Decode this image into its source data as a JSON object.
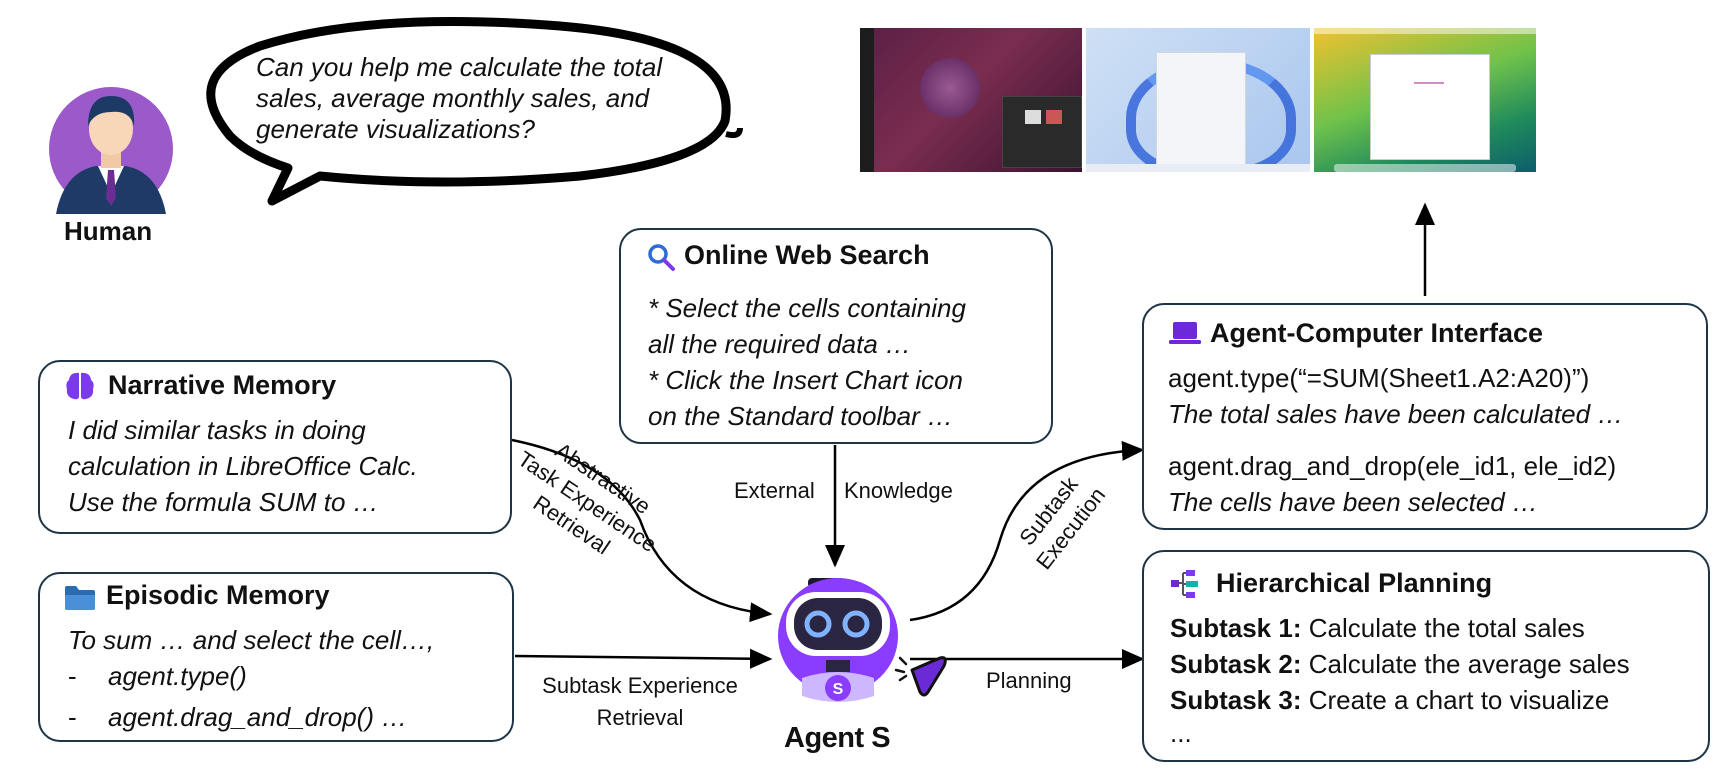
{
  "human": {
    "label": "Human",
    "speech_lines": [
      "Can you help me calculate the total",
      "sales, average monthly sales, and",
      "generate visualizations?"
    ]
  },
  "narrative_memory": {
    "title": "Narrative Memory",
    "lines": [
      "I did similar tasks in doing",
      "calculation in LibreOffice Calc.",
      "Use the formula SUM to …"
    ]
  },
  "episodic_memory": {
    "title": "Episodic Memory",
    "line1": "To sum … and select the cell…,",
    "items": [
      {
        "bullet": "-",
        "text": "agent.type()"
      },
      {
        "bullet": "-",
        "text": "agent.drag_and_drop() …"
      }
    ]
  },
  "web_search": {
    "title": "Online Web Search",
    "lines": [
      "* Select the cells containing",
      "all the required data …",
      "* Click the Insert Chart icon",
      "on the Standard toolbar …"
    ]
  },
  "aci": {
    "title": "Agent-Computer Interface",
    "code1": "agent.type(“=SUM(Sheet1.A2:A20)”)",
    "note1": "The total sales have been calculated …",
    "code2": "agent.drag_and_drop(ele_id1, ele_id2)",
    "note2": "The cells have been selected …"
  },
  "planning": {
    "title": "Hierarchical Planning",
    "subtasks": [
      {
        "label": "Subtask 1:",
        "text": "Calculate the total sales"
      },
      {
        "label": "Subtask 2:",
        "text": "Calculate the average sales"
      },
      {
        "label": "Subtask 3:",
        "text": "Create a chart to visualize"
      }
    ],
    "ellipsis": "..."
  },
  "agent": {
    "label": "Agent S",
    "badge": "S"
  },
  "edges": {
    "external_left": "External",
    "external_right": "Knowledge",
    "abstractive": [
      "Abstractive",
      "Task Experience",
      "Retrieval"
    ],
    "subtask_exp": [
      "Subtask Experience",
      "Retrieval"
    ],
    "planning": "Planning",
    "execution": [
      "Subtask",
      "Execution"
    ]
  },
  "colors": {
    "box_border": "#1d3447",
    "brain_purple": "#7c3aed",
    "folder_blue": "#2b6cb0",
    "laptop_purple": "#6d28d9",
    "robot_purple": "#8b3dff"
  }
}
